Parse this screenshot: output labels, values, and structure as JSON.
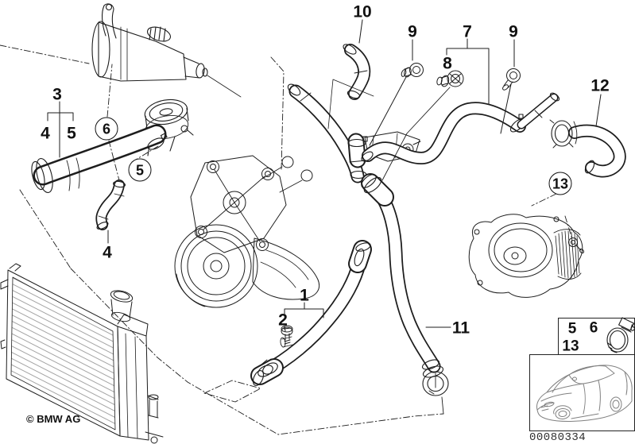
{
  "colors": {
    "background": "#ffffff",
    "line": "#1d1d1d",
    "muted_line": "#8a8a8a",
    "text": "#111111",
    "part_number_text": "#2f2f2f"
  },
  "callouts": {
    "c10": "10",
    "c9a": "9",
    "c7": "7",
    "c8": "8",
    "c9b": "9",
    "c12": "12",
    "c3": "3",
    "c4a": "4",
    "c5a": "5",
    "c6": "6",
    "c5b": "5",
    "c4b": "4",
    "c1": "1",
    "c2": "2",
    "c11": "11",
    "c13": "13"
  },
  "legend": {
    "n5": "5",
    "n6": "6",
    "n13": "13",
    "icon": "hose-clamp-icon"
  },
  "vehicle_box": {
    "icon": "car-sedan-icon"
  },
  "footer": {
    "copyright": "© BMW AG",
    "part_number": "00080334"
  }
}
